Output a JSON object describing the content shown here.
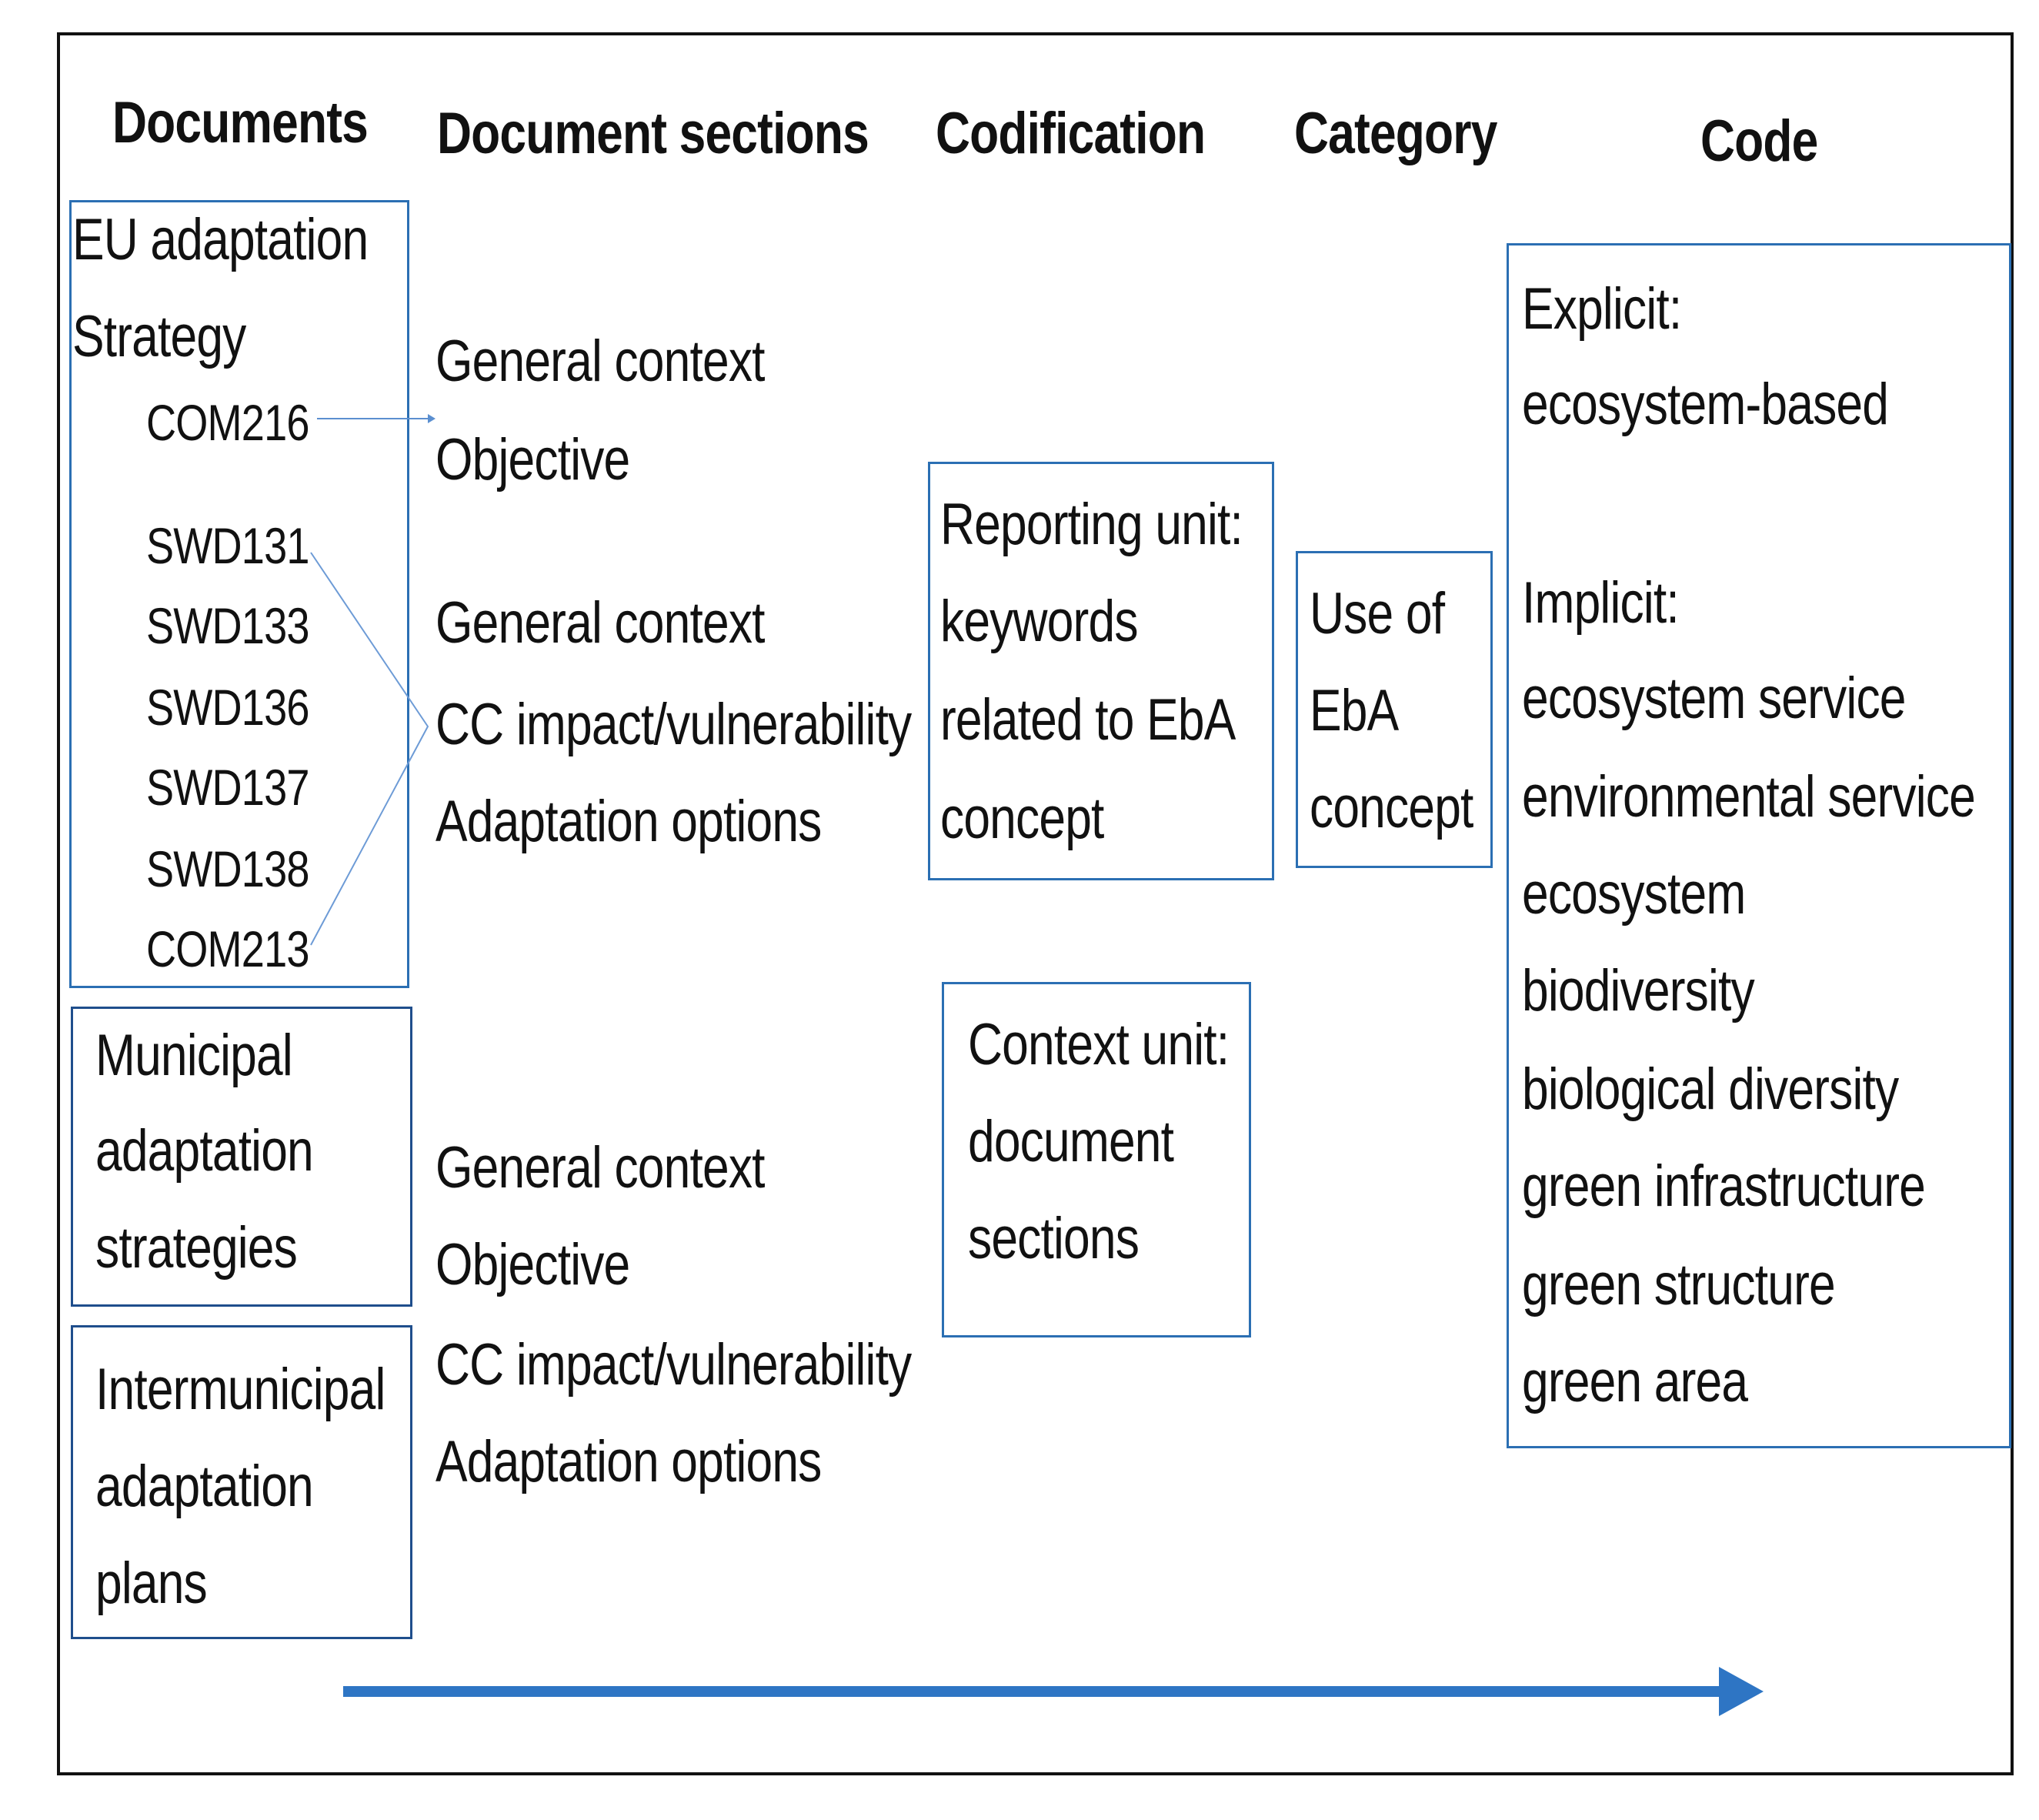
{
  "headers": {
    "documents": "Documents",
    "sections": "Document sections",
    "codification": "Codification",
    "category": "Category",
    "code": "Code"
  },
  "documents": {
    "eu_title_line1": "EU adaptation",
    "eu_title_line2": "Strategy",
    "eu_items": [
      "COM216",
      "SWD131",
      "SWD133",
      "SWD136",
      "SWD137",
      "SWD138",
      "COM213"
    ],
    "municipal": [
      "Municipal",
      "adaptation",
      "strategies"
    ],
    "intermunicipal": [
      "Intermunicipal",
      "adaptation",
      "plans"
    ]
  },
  "sections": {
    "group1": [
      "General context",
      "Objective"
    ],
    "group2": [
      "General context",
      "CC impact/vulnerability",
      "Adaptation options"
    ],
    "group3": [
      "General context",
      "Objective",
      "CC impact/vulnerability",
      "Adaptation options"
    ]
  },
  "codification": {
    "reporting_unit": [
      "Reporting unit:",
      "keywords",
      "related to EbA",
      "concept"
    ],
    "context_unit": [
      "Context unit:",
      "document",
      "sections"
    ]
  },
  "category": [
    "Use of",
    "EbA",
    "concept"
  ],
  "code": {
    "explicit_label": "Explicit:",
    "explicit_items": [
      "ecosystem-based"
    ],
    "implicit_label": "Implicit:",
    "implicit_items": [
      "ecosystem service",
      "environmental service",
      "ecosystem",
      "biodiversity",
      "biological diversity",
      "green infrastructure",
      "green structure",
      "green area"
    ]
  },
  "colors": {
    "box_border": "#2b6fb3",
    "arrow": "#2e75c4",
    "frame": "#111111"
  }
}
